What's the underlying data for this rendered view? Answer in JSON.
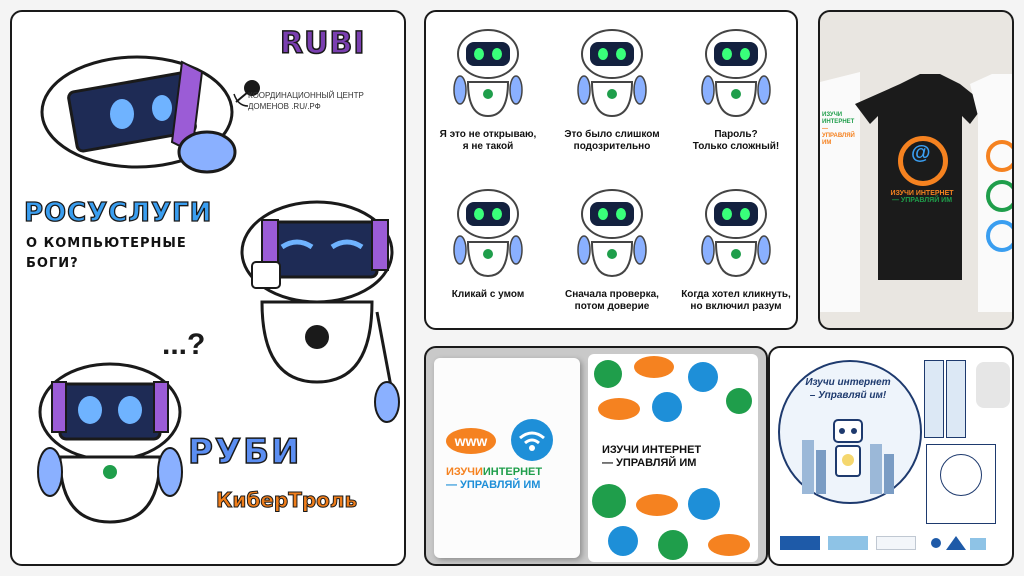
{
  "comic": {
    "title_latin": "RUBI",
    "org_line1": "КООРДИНАЦИОННЫЙ ЦЕНТР",
    "org_line2": "ДОМЕНОВ .RU/.РФ",
    "title_gos": "РОСУСЛУГИ",
    "sub_line1": "О КОМПЬЮТЕРНЫЕ",
    "sub_line2": "БОГИ?",
    "ellipsis": "...?",
    "title_cyr": "РУБИ",
    "cyber": "КиберТроль"
  },
  "stickers": [
    {
      "line1": "Я это не открываю,",
      "line2": "я не такой"
    },
    {
      "line1": "Это было слишком",
      "line2": "подозрительно"
    },
    {
      "line1": "Пароль?",
      "line2": "Только сложный!"
    },
    {
      "line1": "Кликай с умом",
      "line2": ""
    },
    {
      "line1": "Сначала проверка,",
      "line2": "потом доверие"
    },
    {
      "line1": "Когда хотел кликнуть,",
      "line2": "но включил разум"
    }
  ],
  "shirt": {
    "line1": "ИЗУЧИ ИНТЕРНЕТ",
    "line2": "— УПРАВЛЯЙ ИМ"
  },
  "notebook": {
    "www": "www",
    "izuchi": "ИЗУЧИ",
    "internet": "ИНТЕРНЕТ",
    "line2": "— УПРАВЛЯЙ ИМ",
    "cover_line1": "ИЗУЧИ ИНТЕРНЕТ",
    "cover_line2": "— УПРАВЛЯЙ ИМ"
  },
  "merch": {
    "line1": "Изучи интернет",
    "line2": "– Управляй им!"
  },
  "colors": {
    "purple": "#7a3fb0",
    "blue": "#3a9ef0",
    "orange": "#f58220",
    "green": "#1f9e4b",
    "navy": "#1e3a6e"
  }
}
